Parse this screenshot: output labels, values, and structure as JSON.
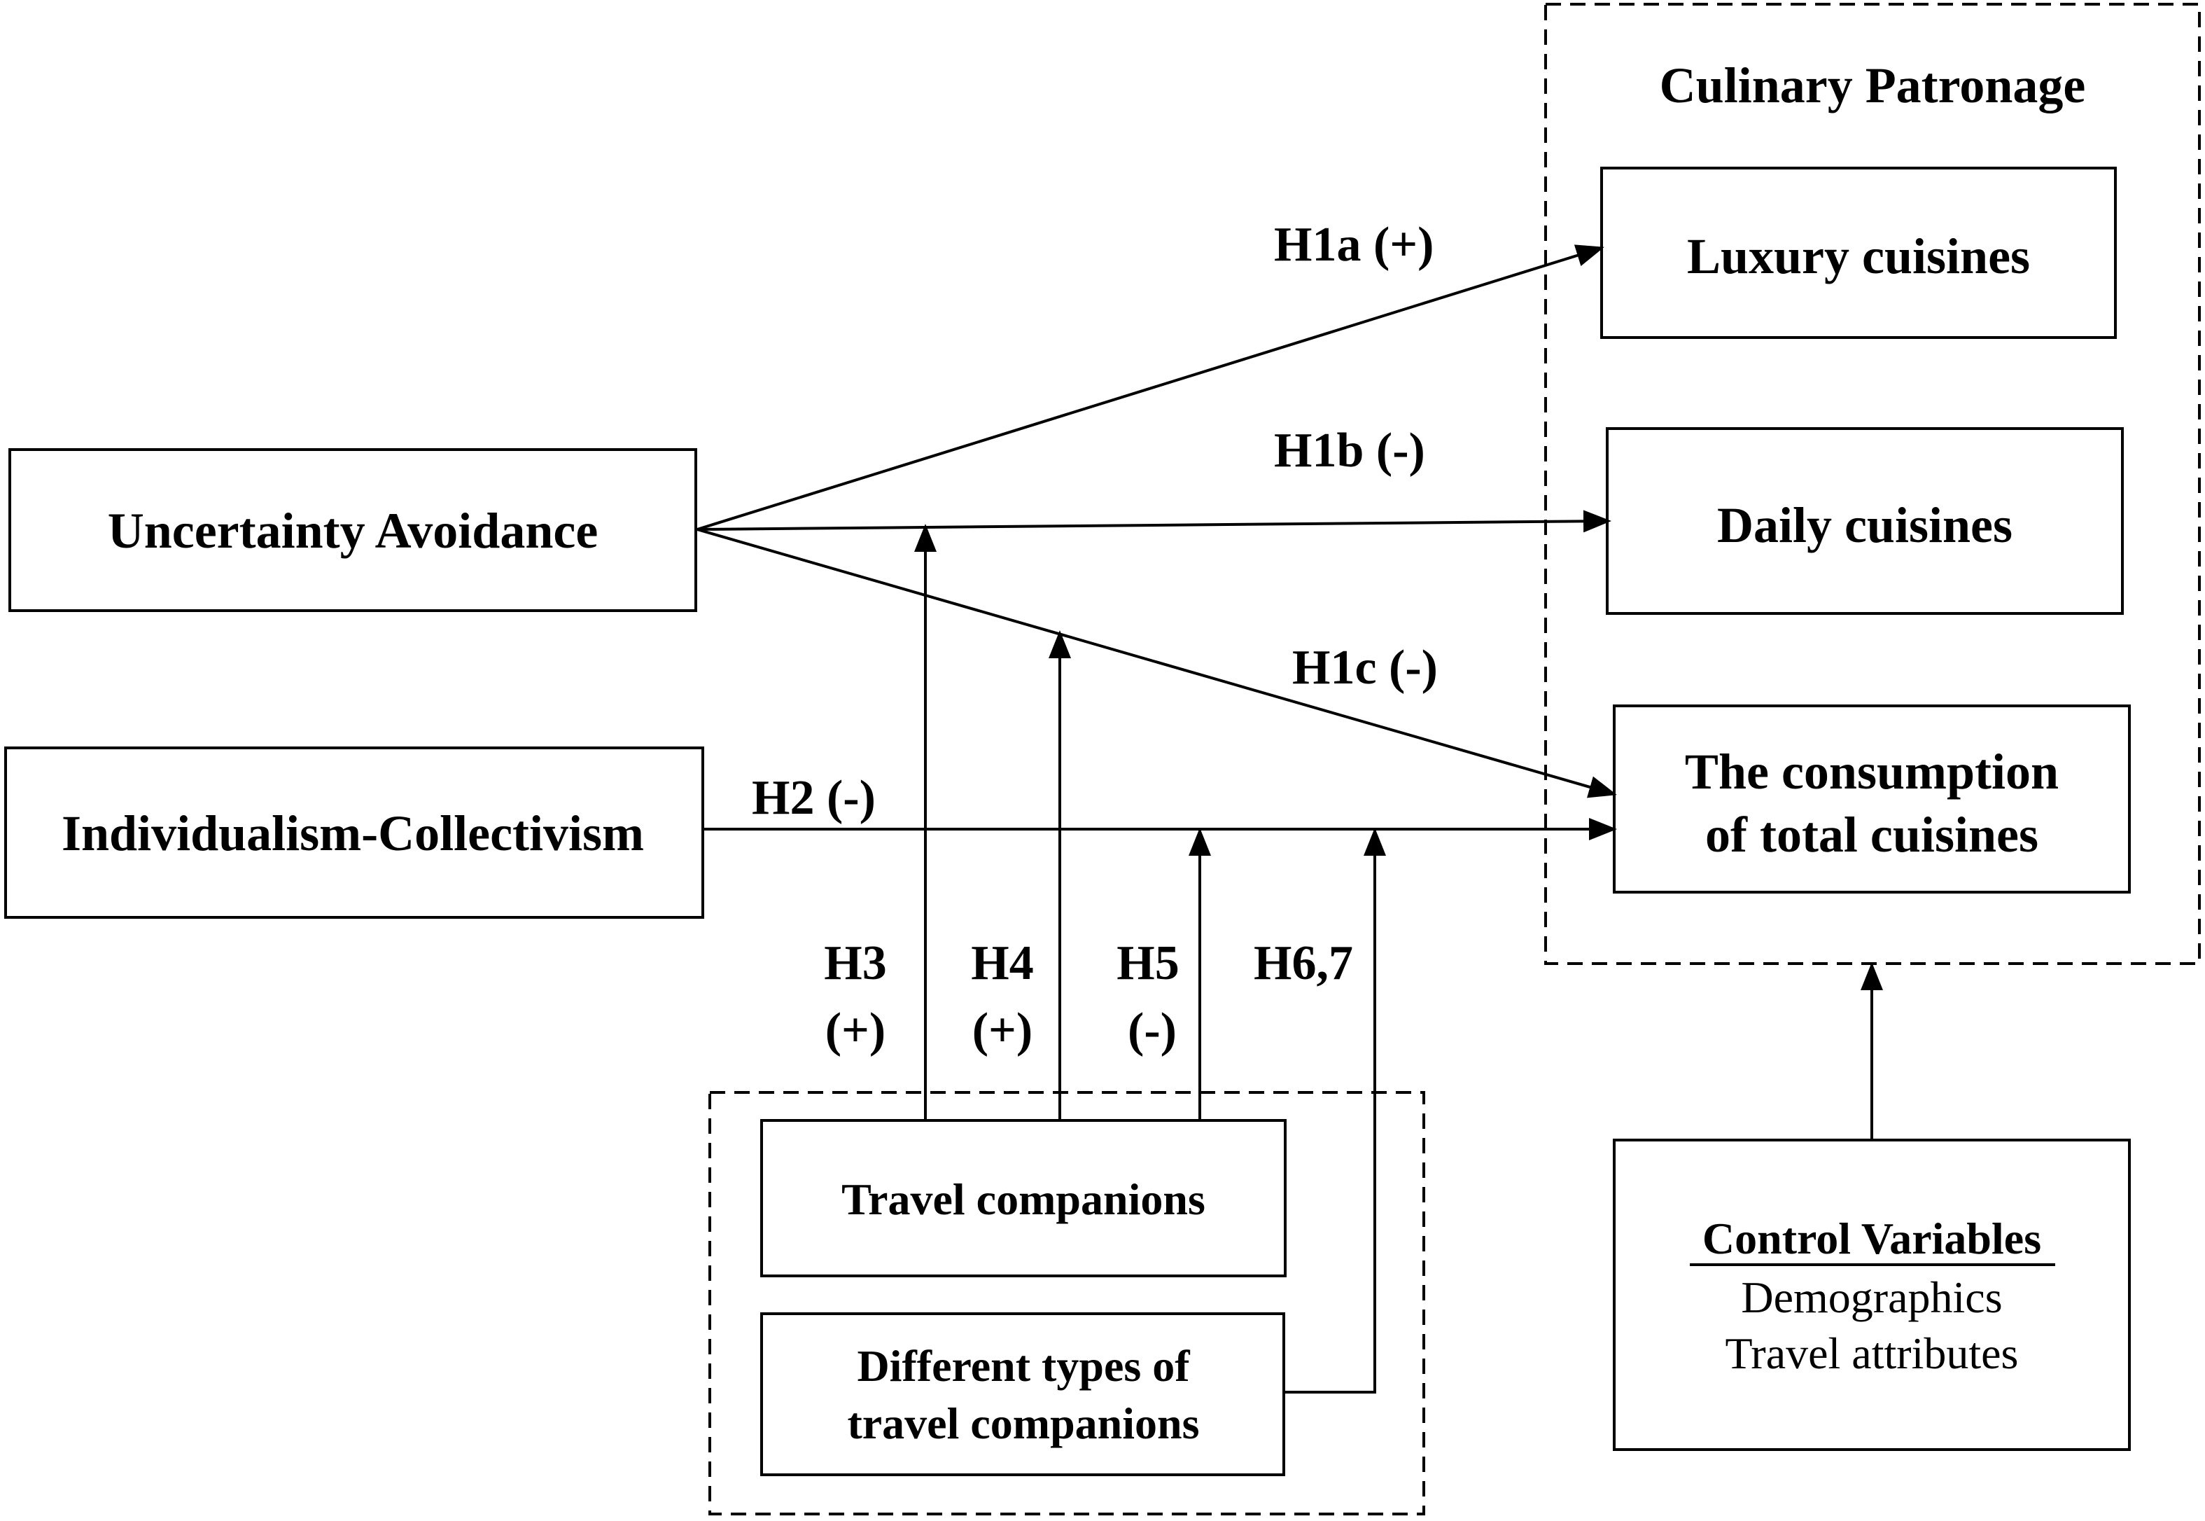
{
  "diagram": {
    "group_title": "Culinary Patronage",
    "nodes": {
      "uncertainty_avoidance": "Uncertainty Avoidance",
      "individualism_collectivism": "Individualism-Collectivism",
      "luxury_cuisines": "Luxury cuisines",
      "daily_cuisines": "Daily cuisines",
      "total_cuisines": [
        "The consumption",
        "of total cuisines"
      ],
      "travel_companions": "Travel companions",
      "different_types": [
        "Different types of",
        "travel companions"
      ],
      "control_variables": {
        "title": "Control Variables",
        "items": [
          "Demographics",
          "Travel attributes"
        ]
      }
    },
    "hypotheses": {
      "h1a": "H1a (+)",
      "h1b": "H1b (-)",
      "h1c": "H1c (-)",
      "h2": "H2 (-)",
      "h3": [
        "H3",
        "(+)"
      ],
      "h4": [
        "H4",
        "(+)"
      ],
      "h5": [
        "H5",
        "(-)"
      ],
      "h6_7": "H6,7"
    }
  }
}
